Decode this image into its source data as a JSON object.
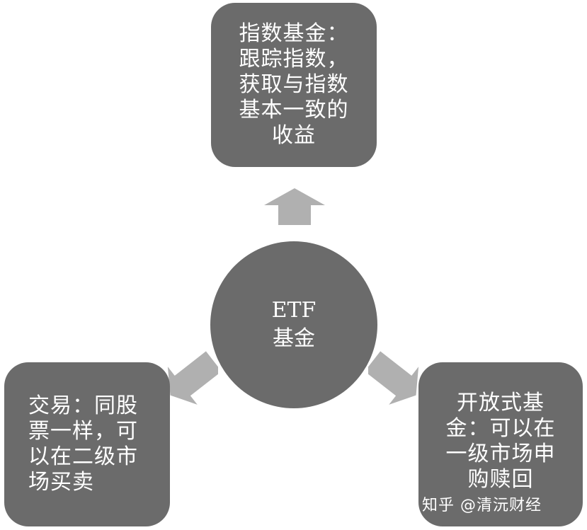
{
  "center": {
    "line1": "ETF",
    "line2": "基金"
  },
  "top_box": {
    "text": "指数基金：\n跟踪指数，\n获取与指数\n基本一致的\n收益"
  },
  "left_box": {
    "text": "交易：同股\n票一样，可\n以在二级市\n场买卖"
  },
  "right_box": {
    "text": "开放式基\n金：可以在\n一级市场申\n购赎回"
  },
  "watermark": "知乎 @清沅财经",
  "colors": {
    "box_fill": "#6b6b6b",
    "arrow_fill": "#b0b0b0",
    "text": "#ffffff",
    "background": "#ffffff"
  }
}
